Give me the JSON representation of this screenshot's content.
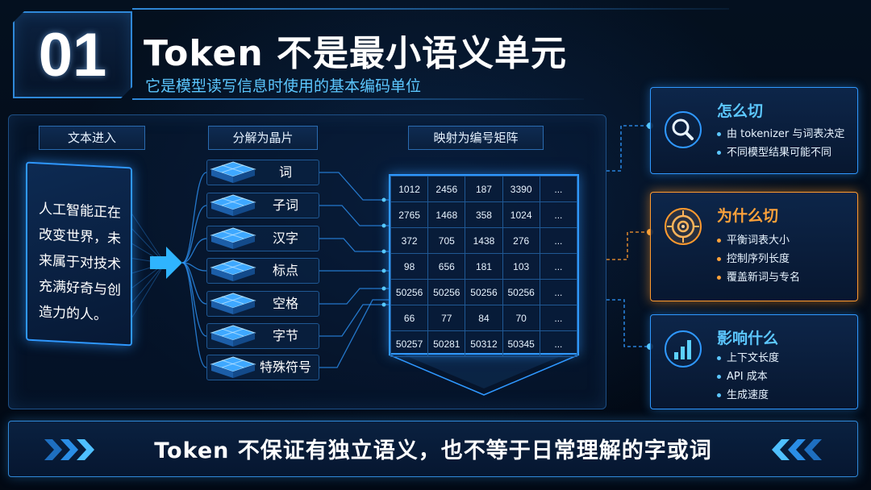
{
  "header": {
    "number": "01",
    "title": "Token 不是最小语义单元",
    "subtitle": "它是模型读写信息时使用的基本编码单位"
  },
  "stages": [
    "文本进入",
    "分解为晶片",
    "映射为编号矩阵"
  ],
  "input_text": "人工智能正在改变世界，未来属于对技术充满好奇与创造力的人。",
  "chips": [
    "词",
    "子词",
    "汉字",
    "标点",
    "空格",
    "字节",
    "特殊符号"
  ],
  "matrix": [
    [
      "1012",
      "2456",
      "187",
      "3390",
      "..."
    ],
    [
      "2765",
      "1468",
      "358",
      "1024",
      "..."
    ],
    [
      "372",
      "705",
      "1438",
      "276",
      "..."
    ],
    [
      "98",
      "656",
      "181",
      "103",
      "..."
    ],
    [
      "50256",
      "50256",
      "50256",
      "50256",
      "..."
    ],
    [
      "66",
      "77",
      "84",
      "70",
      "..."
    ],
    [
      "50257",
      "50281",
      "50312",
      "50345",
      "..."
    ]
  ],
  "cards": [
    {
      "title": "怎么切",
      "icon": "magnifier-icon",
      "accent": "#2f98ff",
      "items": [
        "由 tokenizer 与词表决定",
        "不同模型结果可能不同"
      ]
    },
    {
      "title": "为什么切",
      "icon": "target-icon",
      "accent": "#ff9a2e",
      "items": [
        "平衡词表大小",
        "控制序列长度",
        "覆盖新词与专名"
      ]
    },
    {
      "title": "影响什么",
      "icon": "bar-chart-icon",
      "accent": "#2f98ff",
      "items": [
        "上下文长度",
        "API 成本",
        "生成速度"
      ]
    }
  ],
  "banner": "Token 不保证有独立语义，也不等于日常理解的字或词"
}
